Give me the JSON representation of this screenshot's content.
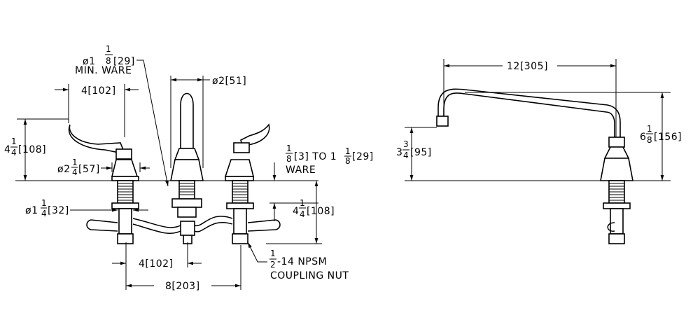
{
  "front_view": {
    "min_ware_dia": {
      "main": "ø1",
      "num": "1",
      "den": "8",
      "bracket": "[29]"
    },
    "min_ware_label": "MIN. WARE",
    "spout_dia": "ø2[51]",
    "handle_offset": "4[102]",
    "handle_height": {
      "main": "4",
      "num": "1",
      "den": "4",
      "bracket": "[108]"
    },
    "escutcheon_dia": {
      "main": "ø2",
      "num": "1",
      "den": "4",
      "bracket": "[57]"
    },
    "ware_thickness": {
      "num": "1",
      "den": "8",
      "text": "[3] TO 1",
      "num2": "1",
      "den2": "8",
      "bracket": "[29]"
    },
    "ware_label": "WARE",
    "shank_dia": {
      "main": "ø1",
      "num": "1",
      "den": "4",
      "bracket": "[32]"
    },
    "shank_length": {
      "main": "4",
      "num": "1",
      "den": "4",
      "bracket": "[108]"
    },
    "tee_offset": "4[102]",
    "centers": "8[203]",
    "coupling_thread": {
      "num": "1",
      "den": "2",
      "text": "-14 NPSM"
    },
    "coupling_label": "COUPLING NUT"
  },
  "side_view": {
    "spout_reach": "12[305]",
    "outlet_height": {
      "main": "3",
      "num": "3",
      "den": "4",
      "bracket": "[95]"
    },
    "overall_height": {
      "main": "6",
      "num": "1",
      "den": "8",
      "bracket": "[156]"
    }
  }
}
